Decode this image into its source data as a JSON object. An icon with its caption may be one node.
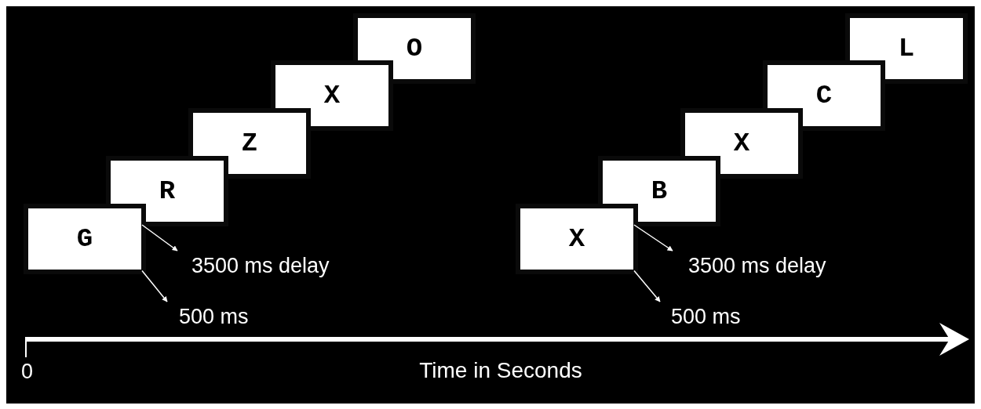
{
  "diagram": {
    "nodes": [
      {
        "text": [
          "G"
        ]
      },
      {
        "text": [
          "R"
        ]
      },
      {
        "text": [
          "Z"
        ]
      },
      {
        "text": [
          "X"
        ]
      },
      {
        "text": [
          "O"
        ]
      },
      {
        "text": [
          "3500 ms delay"
        ]
      },
      {
        "text": [
          "500 ms"
        ]
      },
      {
        "text": [
          "X"
        ]
      },
      {
        "text": [
          "B"
        ]
      },
      {
        "text": [
          "X"
        ]
      },
      {
        "text": [
          "C"
        ]
      },
      {
        "text": [
          "L"
        ]
      },
      {
        "text": [
          "3500 ms delay"
        ]
      },
      {
        "text": [
          "500 ms"
        ]
      }
    ],
    "edges": [
      {
        "from": 0,
        "to": 5,
        "arrow": "to"
      },
      {
        "from": 0,
        "to": 6,
        "arrow": "to"
      },
      {
        "from": 7,
        "to": 12,
        "arrow": "to"
      },
      {
        "from": 7,
        "to": 13,
        "arrow": "to"
      }
    ],
    "labels": [
      "0",
      "Time in Seconds"
    ]
  }
}
